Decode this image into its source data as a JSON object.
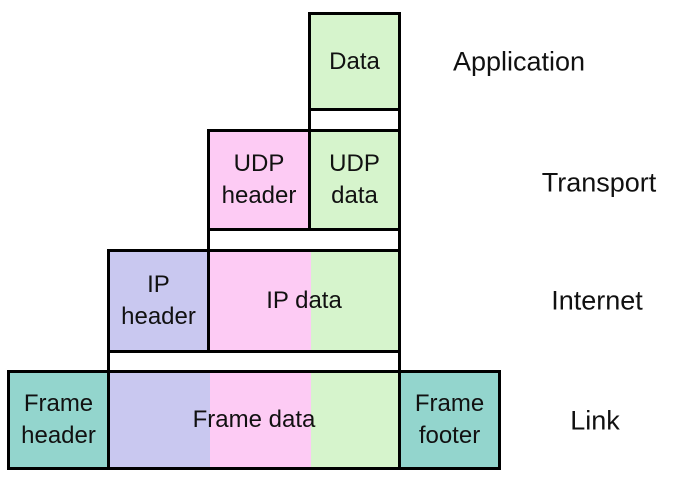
{
  "colors": {
    "green": "#d6f4cc",
    "pink": "#fdcbf4",
    "lavender": "#c9c8f0",
    "teal": "#93d5cd",
    "border": "#000000",
    "background": "#ffffff"
  },
  "diagram": {
    "type": "network-protocol-encapsulation",
    "boxes": {
      "data": "Data",
      "udp_header": "UDP\nheader",
      "udp_data": "UDP\ndata",
      "ip_header": "IP\nheader",
      "ip_data": "IP data",
      "frame_header": "Frame\nheader",
      "frame_data": "Frame data",
      "frame_footer": "Frame\nfooter"
    },
    "layer_labels": {
      "application": "Application",
      "transport": "Transport",
      "internet": "Internet",
      "link": "Link"
    }
  }
}
